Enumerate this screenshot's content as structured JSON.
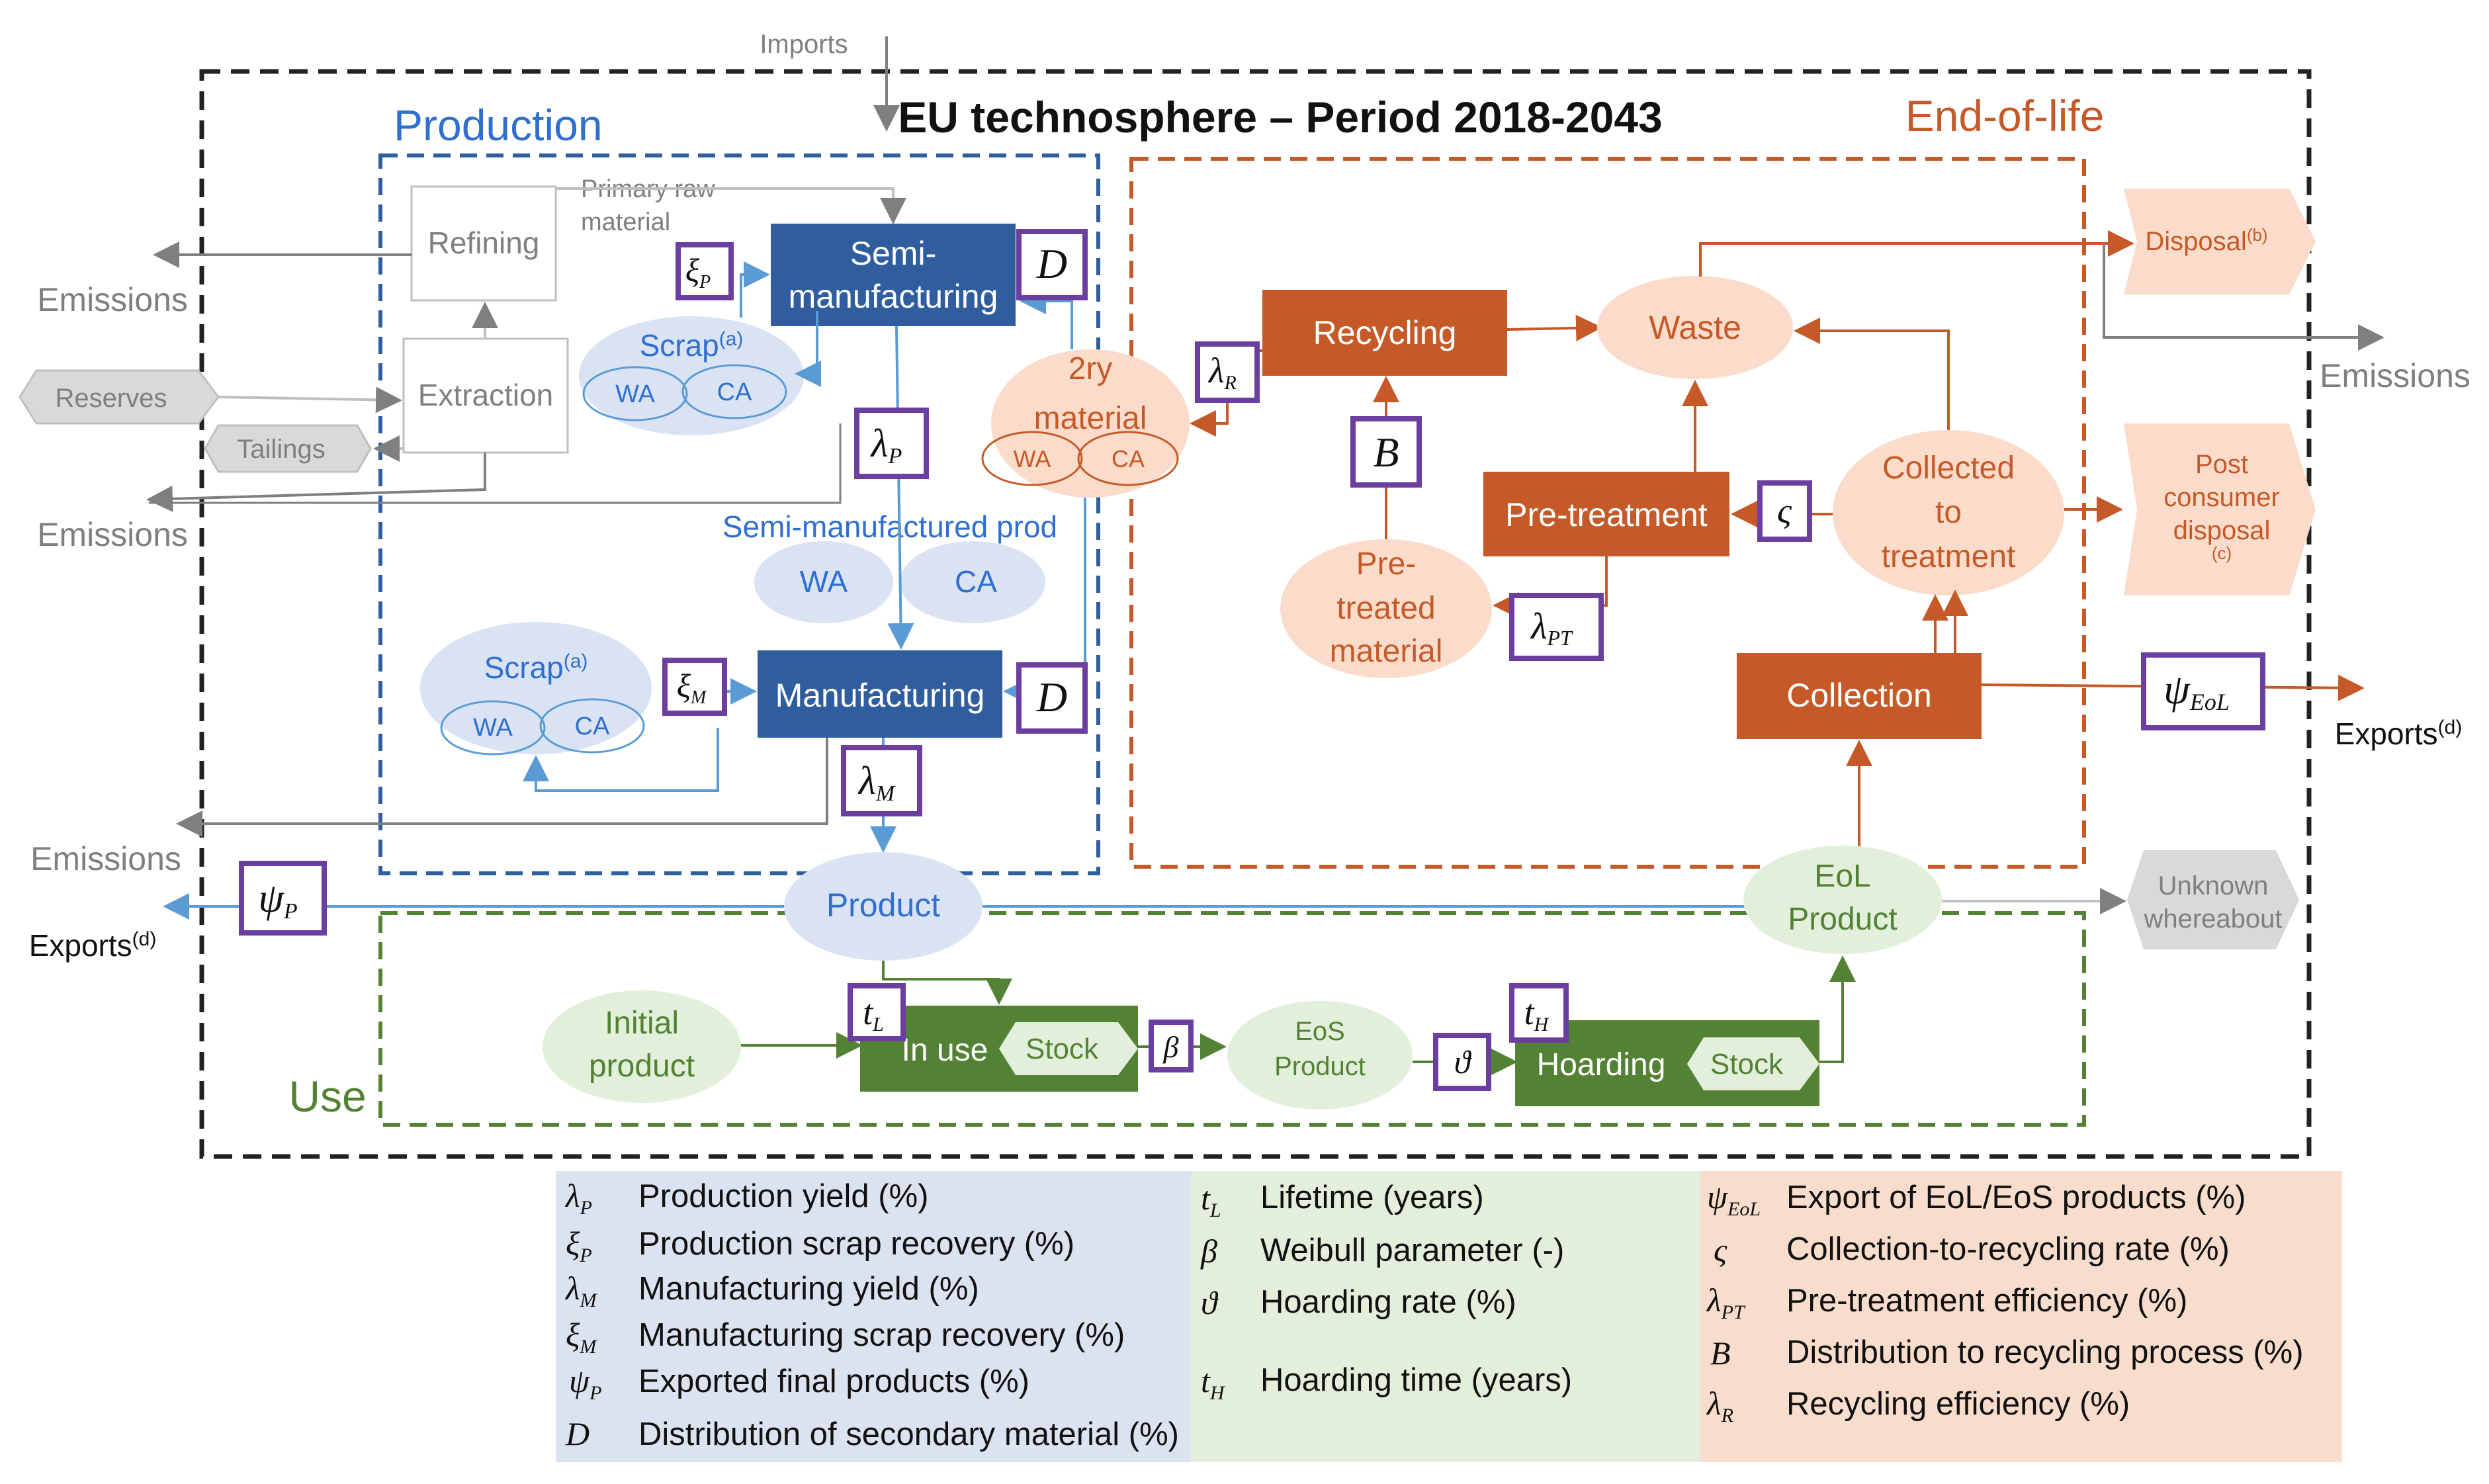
{
  "title": "EU technosphere – Period 2018-2043",
  "sections": {
    "production": "Production",
    "end_of_life": "End-of-life",
    "use": "Use"
  },
  "outside": {
    "imports": "Imports",
    "emissions": "Emissions",
    "reserves": "Reserves",
    "tailings": "Tailings",
    "exports": "Exports",
    "exports_sup": "(d)",
    "disposal": "Disposal",
    "disposal_sup": "(b)",
    "post_consumer_1": "Post",
    "post_consumer_2": "consumer",
    "post_consumer_3": "disposal",
    "post_consumer_sup": "(c)",
    "unknown_1": "Unknown",
    "unknown_2": "whereabout"
  },
  "production": {
    "refining": "Refining",
    "extraction": "Extraction",
    "primary_raw_1": "Primary raw",
    "primary_raw_2": "material",
    "semi_1": "Semi-",
    "semi_2": "manufacturing",
    "scrap": "Scrap",
    "scrap_sup": "(a)",
    "wa": "WA",
    "ca": "CA",
    "semi_prod": "Semi-manufactured prod",
    "manufacturing": "Manufacturing",
    "product": "Product",
    "secondary_1": "2ry",
    "secondary_2": "material"
  },
  "eol": {
    "recycling": "Recycling",
    "waste": "Waste",
    "pretreatment": "Pre-treatment",
    "pretreated_1": "Pre-",
    "pretreated_2": "treated",
    "pretreated_3": "material",
    "collected_1": "Collected",
    "collected_2": "to",
    "collected_3": "treatment",
    "collection": "Collection",
    "eol_product_1": "EoL",
    "eol_product_2": "Product"
  },
  "use": {
    "initial_1": "Initial",
    "initial_2": "product",
    "in_use": "In use",
    "stock": "Stock",
    "eos_1": "EoS",
    "eos_2": "Product",
    "hoarding": "Hoarding"
  },
  "params": {
    "xi_p": "ξ",
    "xi_p_sub": "P",
    "d": "D",
    "lambda_r": "λ",
    "lambda_r_sub": "R",
    "lambda_p": "λ",
    "lambda_p_sub": "P",
    "b": "B",
    "vs": "ς",
    "lambda_pt": "λ",
    "lambda_pt_sub": "PT",
    "xi_m": "ξ",
    "xi_m_sub": "M",
    "lambda_m": "λ",
    "lambda_m_sub": "M",
    "psi_eol": "ψ",
    "psi_eol_sub": "EoL",
    "psi_p": "ψ",
    "psi_p_sub": "P",
    "t_l": "t",
    "t_l_sub": "L",
    "beta": "β",
    "theta": "ϑ",
    "t_h": "t",
    "t_h_sub": "H"
  },
  "legend": {
    "col1": [
      {
        "sym": "λ",
        "sub": "P",
        "text": "Production yield (%)"
      },
      {
        "sym": "ξ",
        "sub": "P",
        "text": "Production scrap recovery (%)"
      },
      {
        "sym": "λ",
        "sub": "M",
        "text": "Manufacturing yield (%)"
      },
      {
        "sym": "ξ",
        "sub": "M",
        "text": "Manufacturing scrap recovery (%)"
      },
      {
        "sym": "ψ",
        "sub": "P",
        "text": "Exported final products (%)"
      },
      {
        "sym": "D",
        "sub": "",
        "text": "Distribution of secondary material (%)"
      }
    ],
    "col2": [
      {
        "sym": "t",
        "sub": "L",
        "text": "Lifetime (years)"
      },
      {
        "sym": "β",
        "sub": "",
        "text": "Weibull parameter (-)"
      },
      {
        "sym": "ϑ",
        "sub": "",
        "text": "Hoarding rate (%)"
      },
      {
        "sym": "t",
        "sub": "H",
        "text": "Hoarding time (years)"
      }
    ],
    "col3": [
      {
        "sym": "ψ",
        "sub": "EoL",
        "text": "Export of EoL/EoS products (%)"
      },
      {
        "sym": "ς",
        "sub": "",
        "text": "Collection-to-recycling rate (%)"
      },
      {
        "sym": "λ",
        "sub": "PT",
        "text": "Pre-treatment efficiency (%)"
      },
      {
        "sym": "B",
        "sub": "",
        "text": "Distribution to recycling process (%)"
      },
      {
        "sym": "λ",
        "sub": "R",
        "text": "Recycling efficiency (%)"
      }
    ],
    "colors": {
      "production": "#dbe3f0",
      "use": "#e3eedb",
      "eol": "#f9ddcc"
    }
  },
  "colors": {
    "blue": "#2f5d9e",
    "blue_text": "#2f6fcf",
    "orange": "#c55a28",
    "orange_light": "#fbdccb",
    "green": "#548235",
    "green_light": "#e2efda",
    "purple": "#6b3fa0",
    "grey": "#7f7f7f"
  }
}
